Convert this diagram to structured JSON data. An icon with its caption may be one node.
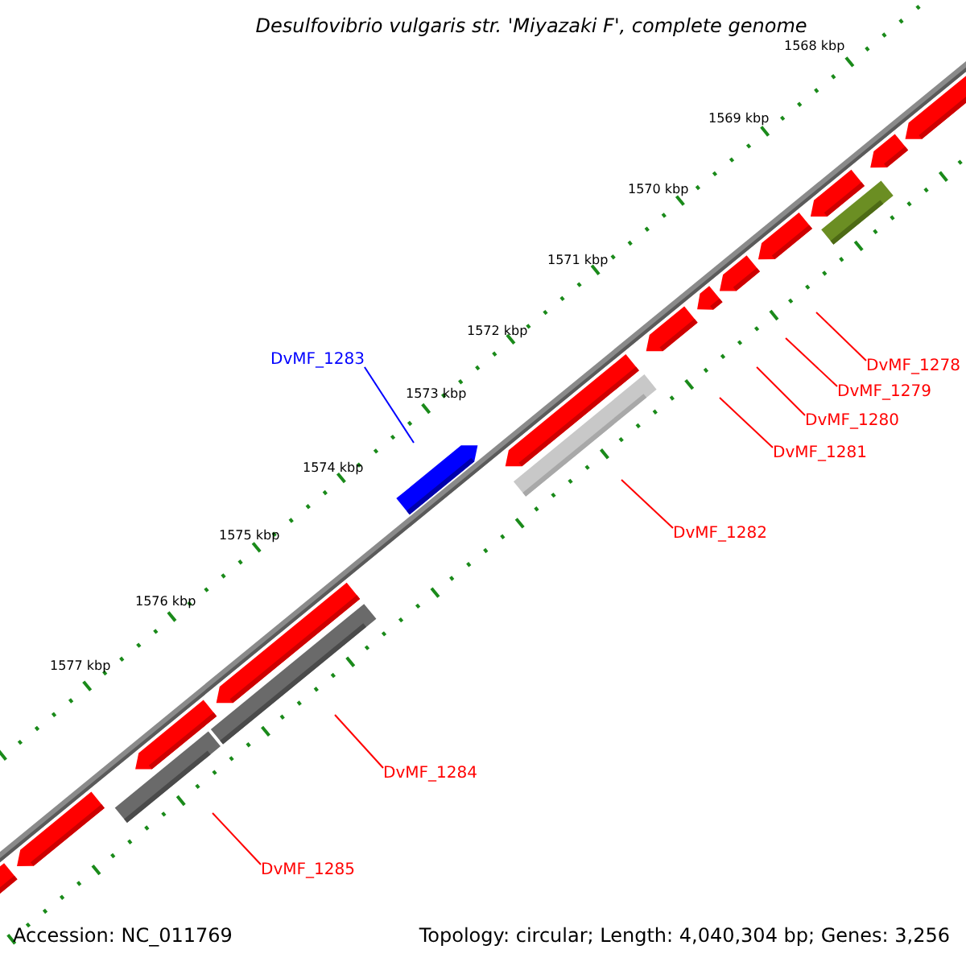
{
  "diagram": {
    "title": "Desulfovibrio vulgaris str. 'Miyazaki F', complete genome",
    "nodes": [
      {
        "text": [
          "DvMF_1278"
        ]
      },
      {
        "text": [
          "DvMF_1279"
        ]
      },
      {
        "text": [
          "DvMF_1280"
        ]
      },
      {
        "text": [
          "DvMF_1281"
        ]
      },
      {
        "text": [
          "DvMF_1282"
        ]
      },
      {
        "text": [
          "DvMF_1283"
        ]
      },
      {
        "text": [
          "DvMF_1284"
        ]
      },
      {
        "text": [
          "DvMF_1285"
        ]
      }
    ],
    "edges": [
      {
        "from": 0,
        "to": null,
        "arrow": "none"
      },
      {
        "from": 1,
        "to": null,
        "arrow": "none"
      },
      {
        "from": 2,
        "to": null,
        "arrow": "none"
      },
      {
        "from": 3,
        "to": null,
        "arrow": "none"
      },
      {
        "from": 4,
        "to": null,
        "arrow": "none"
      },
      {
        "from": 5,
        "to": null,
        "arrow": "none",
        "color": "#0000ff"
      },
      {
        "from": 6,
        "to": null,
        "arrow": "none"
      },
      {
        "from": 7,
        "to": null,
        "arrow": "none"
      }
    ],
    "labels": [
      "1568 kbp",
      "1569 kbp",
      "1570 kbp",
      "1571 kbp",
      "1572 kbp",
      "1573 kbp",
      "1574 kbp",
      "1575 kbp",
      "1576 kbp",
      "1577 kbp",
      "Accession: NC_011769",
      "Topology: circular; Length: 4,040,304 bp; Genes: 3,256"
    ]
  }
}
